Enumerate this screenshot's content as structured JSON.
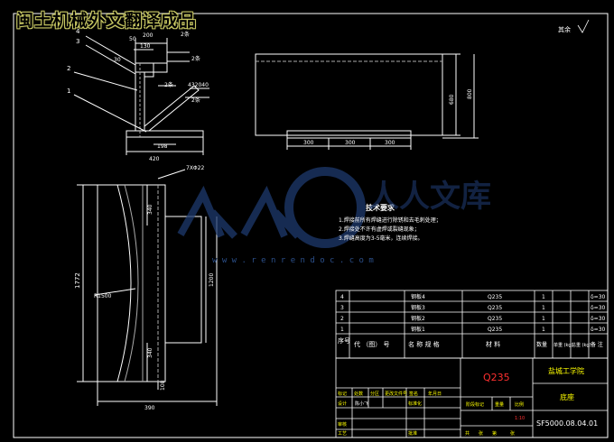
{
  "watermark": {
    "title": "闽土机械外文翻译成品",
    "brand": "人人文库",
    "url": "w w w . r e n r e n d o c . c o m"
  },
  "top_right_note": "其余",
  "side_view": {
    "part_labels": [
      "4",
      "3",
      "2",
      "1"
    ],
    "dims": [
      "50",
      "200",
      "130",
      "30",
      "420",
      "198",
      "432040"
    ],
    "welds": [
      "2条",
      "2条",
      "2条"
    ],
    "weld_note": "2条"
  },
  "front_view": {
    "dims": [
      "300",
      "300",
      "300",
      "680",
      "800"
    ]
  },
  "plan_view": {
    "dims": [
      "1772",
      "R1500",
      "340",
      "1200",
      "340",
      "108",
      "390"
    ],
    "hole_note": "7XΦ22"
  },
  "tech": {
    "title": "技术要求",
    "items": [
      "1.焊接前所有焊缝进行除锈和去毛刺处理；",
      "2.焊接处不许有虚焊或裂缝现象；",
      "3.焊缝高度为3-5毫米，连续焊接。"
    ]
  },
  "bom": {
    "rows": [
      {
        "no": "4",
        "name": "钢板4",
        "mat": "Q235",
        "qty": "1",
        "note": "δ=30"
      },
      {
        "no": "3",
        "name": "钢板3",
        "mat": "Q235",
        "qty": "1",
        "note": "δ=30"
      },
      {
        "no": "2",
        "name": "钢板2",
        "mat": "Q235",
        "qty": "1",
        "note": "δ=30"
      },
      {
        "no": "1",
        "name": "钢板1",
        "mat": "Q235",
        "qty": "1",
        "note": "δ=30"
      }
    ],
    "header": {
      "no": "序号",
      "code": "代 （图） 号",
      "name": "名 称 规 格",
      "mat": "材 料",
      "qty": "数量",
      "unit": "单重 (kg)",
      "total": "总重 (kg)",
      "remark": "备 注"
    }
  },
  "title_block": {
    "material": "Q235",
    "school": "盐城工学院",
    "part_name": "底座",
    "drawing_no": "SF5000.08.04.01",
    "labels": [
      "标记",
      "处数",
      "分区",
      "更改文件号",
      "签名",
      "年月日",
      "设计",
      "陈小飞",
      "标准化",
      "阶段标记",
      "重量",
      "比例",
      "审核",
      "工艺",
      "批准",
      "共",
      "张",
      "第",
      "张"
    ],
    "scale": "1:10"
  }
}
